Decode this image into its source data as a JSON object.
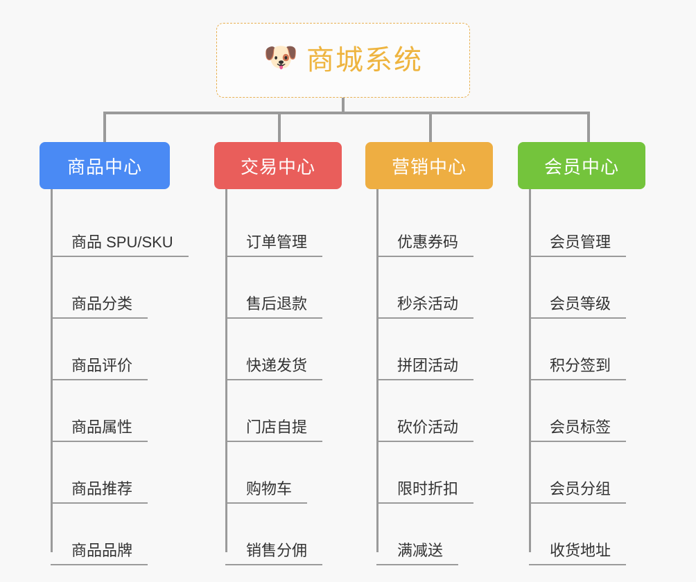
{
  "root": {
    "emoji": "🐶",
    "emoji_name": "shiba-dog-face-emoji",
    "title": "商城系统"
  },
  "palette": {
    "background": "#f8f8f8",
    "connector": "#9a9a9a",
    "root_border": "#e8b050",
    "root_text": "#eeb43f",
    "leaf_text": "#333333",
    "category_blue": "#4a8af4",
    "category_red": "#e95e5b",
    "category_orange": "#eeae42",
    "category_green": "#74c43c"
  },
  "categories": [
    {
      "label": "商品中心",
      "color": "#4a8af4",
      "items": [
        {
          "label": "商品 SPU/SKU"
        },
        {
          "label": "商品分类"
        },
        {
          "label": "商品评价"
        },
        {
          "label": "商品属性"
        },
        {
          "label": "商品推荐"
        },
        {
          "label": "商品品牌"
        }
      ]
    },
    {
      "label": "交易中心",
      "color": "#e95e5b",
      "items": [
        {
          "label": "订单管理"
        },
        {
          "label": "售后退款"
        },
        {
          "label": "快递发货"
        },
        {
          "label": "门店自提"
        },
        {
          "label": "购物车"
        },
        {
          "label": "销售分佣"
        }
      ]
    },
    {
      "label": "营销中心",
      "color": "#eeae42",
      "items": [
        {
          "label": "优惠券码"
        },
        {
          "label": "秒杀活动"
        },
        {
          "label": "拼团活动"
        },
        {
          "label": "砍价活动"
        },
        {
          "label": "限时折扣"
        },
        {
          "label": "满减送"
        }
      ]
    },
    {
      "label": "会员中心",
      "color": "#74c43c",
      "items": [
        {
          "label": "会员管理"
        },
        {
          "label": "会员等级"
        },
        {
          "label": "积分签到"
        },
        {
          "label": "会员标签"
        },
        {
          "label": "会员分组"
        },
        {
          "label": "收货地址"
        }
      ]
    }
  ]
}
